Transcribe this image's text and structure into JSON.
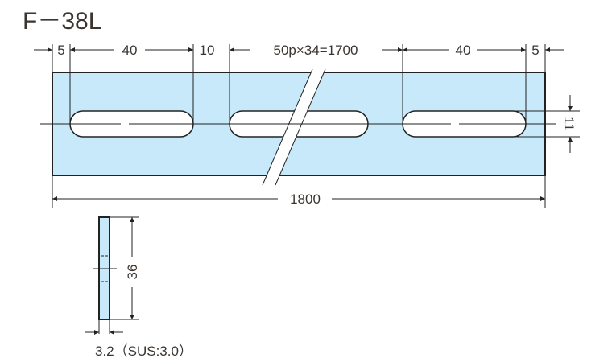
{
  "title": "F－38L",
  "colors": {
    "plate_fill": "#c8e9f9",
    "line": "#222222",
    "text": "#3b3530"
  },
  "top_view": {
    "dims": {
      "edge_left": "5",
      "slot_left": "40",
      "gap": "10",
      "pitch": "50p×34=1700",
      "slot_right": "40",
      "edge_right": "5",
      "slot_width": "11",
      "overall_length": "1800"
    }
  },
  "side_view": {
    "height": "36",
    "thickness": "3.2（SUS:3.0）"
  }
}
